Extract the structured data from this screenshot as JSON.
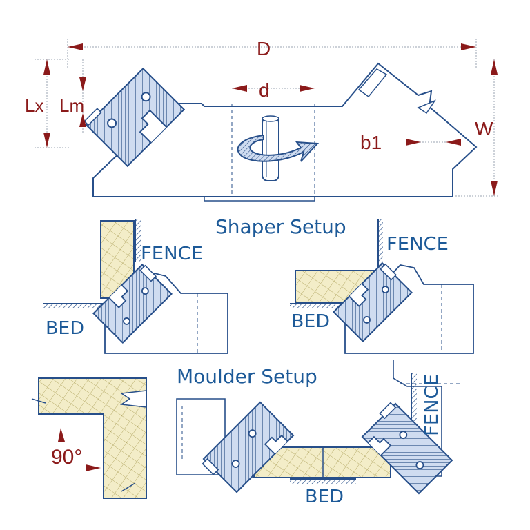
{
  "colors": {
    "outline": "#274f8a",
    "tool_fill": "#cfdcf0",
    "hatch": "#2a4f86",
    "wood_fill": "#f3edc8",
    "wood_line": "#a89c53",
    "dimension": "#8b1a1a",
    "dim_ext": "#9aa3b2"
  },
  "dimensions": {
    "D": "D",
    "d": "d",
    "Lx": "Lx",
    "Lm": "Lm",
    "W": "W",
    "b1": "b1"
  },
  "captions": {
    "shaper_setup": "Shaper Setup",
    "moulder_setup": "Moulder Setup"
  },
  "labels": {
    "fence_left": "FENCE",
    "bed_left": "BED",
    "fence_right": "FENCE",
    "bed_right": "BED",
    "angle": "90°",
    "bed_moulder": "BED",
    "fence_moulder": "FENCE"
  }
}
